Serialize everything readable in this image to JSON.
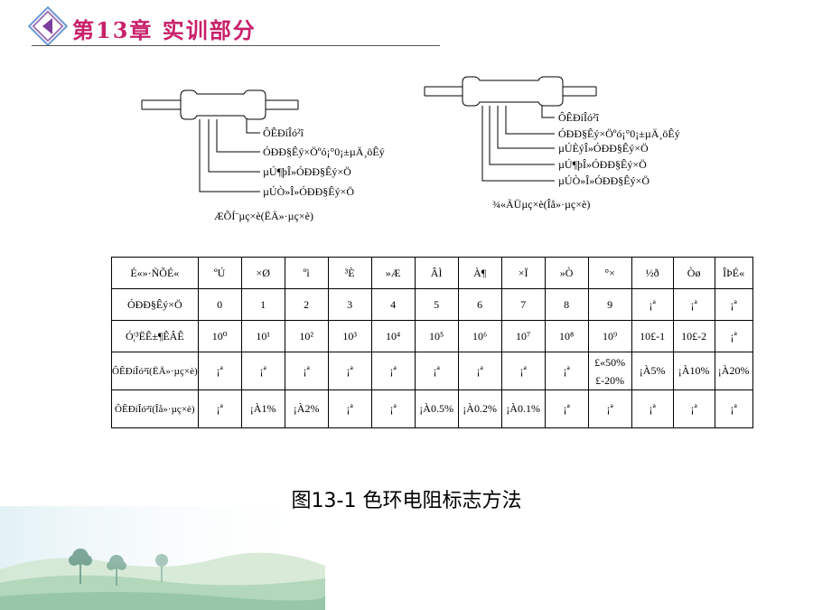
{
  "header": {
    "title": "第13章 实训部分"
  },
  "diagram_left": {
    "labels": [
      "ÔÊÐíÎó²î",
      "ÓÐÐ§Êý×Öºó¡°0¡±µÄ¸öÊý",
      "µÚ¶þÎ»ÓÐÐ§Êý×Ö",
      "µÚÒ»Î»ÓÐÐ§Êý×Ö"
    ],
    "caption": "ÆÕÍ¨µç×è(ËÄ»·µç×è)"
  },
  "diagram_right": {
    "labels": [
      "ÔÊÐíÎó²î",
      "ÓÐÐ§Êý×Öºó¡°0¡±µÄ¸öÊý",
      "µÚÈýÎ»ÓÐÐ§Êý×Ö",
      "µÚ¶þÎ»ÓÐÐ§Êý×Ö",
      "µÚÒ»Î»ÓÐÐ§Êý×Ö"
    ],
    "caption": "¾«ÃÜµç×è(Îå»·µç×è)"
  },
  "table": {
    "header": [
      "É«»·ÑÕÉ«",
      "ºÚ",
      "×Ø",
      "ºì",
      "³È",
      "»Æ",
      "ÂÌ",
      "À¶",
      "×Ï",
      "»Ò",
      "°×",
      "½ð",
      "Òø",
      "ÎÞÉ«"
    ],
    "rows": [
      [
        "ÓÐÐ§Êý×Ö",
        "0",
        "1",
        "2",
        "3",
        "4",
        "5",
        "6",
        "7",
        "8",
        "9",
        "¡ª",
        "¡ª",
        "¡ª"
      ],
      [
        "Ó¦³ËÊ±¶ÊÂÊ",
        "10⁰",
        "10¹",
        "10²",
        "10³",
        "10⁴",
        "10⁵",
        "10⁶",
        "10⁷",
        "10⁸",
        "10⁹",
        "10£-1",
        "10£-2",
        "¡ª"
      ],
      [
        "ÔÊÐíÎó²î(ËÄ»·µç×è)",
        "¡ª",
        "¡ª",
        "¡ª",
        "¡ª",
        "¡ª",
        "¡ª",
        "¡ª",
        "¡ª",
        "¡ª",
        "£«50% £-20%",
        "¡À5%",
        "¡À10%",
        "¡À20%"
      ],
      [
        "ÔÊÐíÎó²î(Îå»·µç×è)",
        "¡ª",
        "¡À1%",
        "¡À2%",
        "¡ª",
        "¡ª",
        "¡À0.5%",
        "¡À0.2%",
        "¡À0.1%",
        "¡ª",
        "¡ª",
        "¡ª",
        "¡ª",
        "¡ª"
      ]
    ]
  },
  "figure_caption": "图13-1 色环电阻标志方法",
  "colors": {
    "title": "#c8206a",
    "icon_purple": "#7a3f9d",
    "icon_blue": "#4a8ad0"
  }
}
